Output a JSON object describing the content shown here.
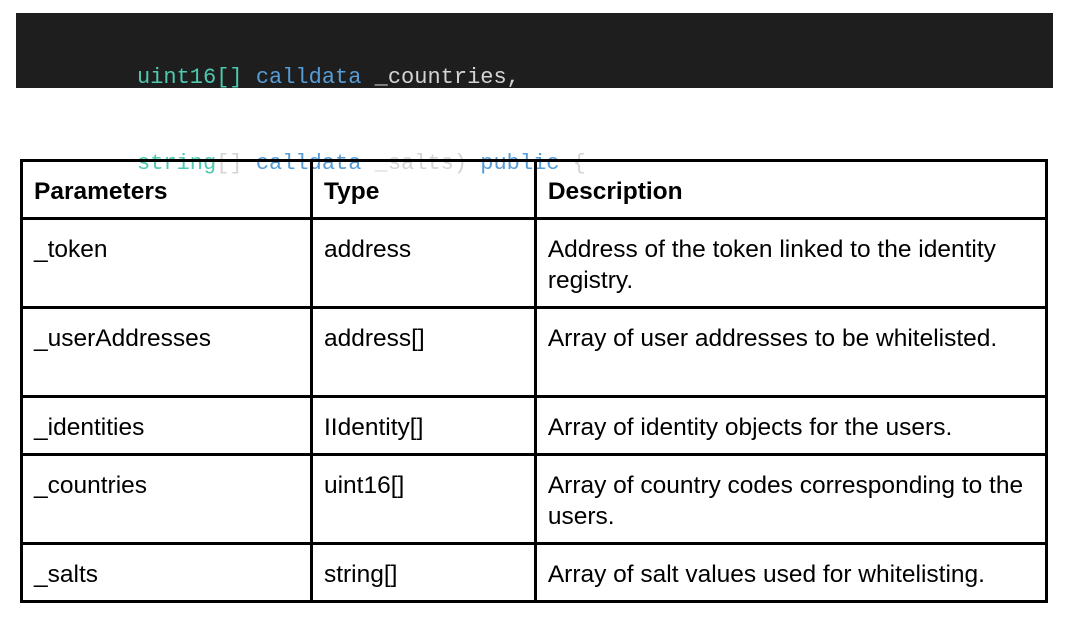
{
  "code": {
    "line1": {
      "type": "uint16[]",
      "modifier": "calldata",
      "name": "_countries,"
    },
    "line2": {
      "type": "string",
      "brackets": "[]",
      "modifier": "calldata",
      "name": "_salts)",
      "visibility": "public",
      "brace": "{"
    }
  },
  "table": {
    "headers": {
      "parameters": "Parameters",
      "type": "Type",
      "description": "Description"
    },
    "rows": [
      {
        "param": "_token",
        "type": "address",
        "description": "Address of the token linked to the identity registry."
      },
      {
        "param": "_userAddresses",
        "type": "address[]",
        "description": "Array of user addresses to be whitelisted."
      },
      {
        "param": "_identities",
        "type": "IIdentity[]",
        "description": "Array of identity objects for the users."
      },
      {
        "param": "_countries",
        "type": "uint16[]",
        "description": "Array of country codes corresponding to the users."
      },
      {
        "param": "_salts",
        "type": "string[]",
        "description": "Array of salt values used for whitelisting."
      }
    ]
  },
  "colors": {
    "code_background": "#1e1e1e",
    "code_type": "#4ec9b0",
    "code_keyword": "#569cd6",
    "code_text": "#d4d4d4"
  }
}
